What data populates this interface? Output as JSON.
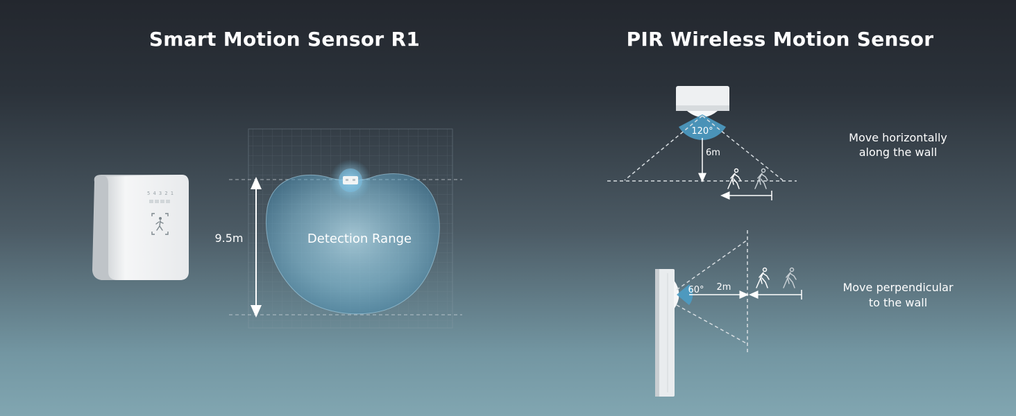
{
  "left": {
    "title": "Smart Motion Sensor R1",
    "distance_label": "9.5m",
    "range_label": "Detection Range",
    "device_digits": "5 4 3 2 1"
  },
  "right": {
    "title": "PIR Wireless Motion Sensor",
    "top": {
      "angle_label": "120°",
      "distance_label": "6m",
      "caption_line1": "Move horizontally",
      "caption_line2": "along the wall"
    },
    "bottom": {
      "angle_label": "60°",
      "distance_label": "2m",
      "caption_line1": "Move perpendicular",
      "caption_line2": "to the wall"
    }
  },
  "colors": {
    "accent_blue": "#4d9cc4",
    "device_white": "#f2f4f5",
    "dashed_line": "#d7dde1"
  },
  "icons": [
    "walking-person-icon",
    "motion-sensor-device-icon",
    "running-person-icon"
  ]
}
